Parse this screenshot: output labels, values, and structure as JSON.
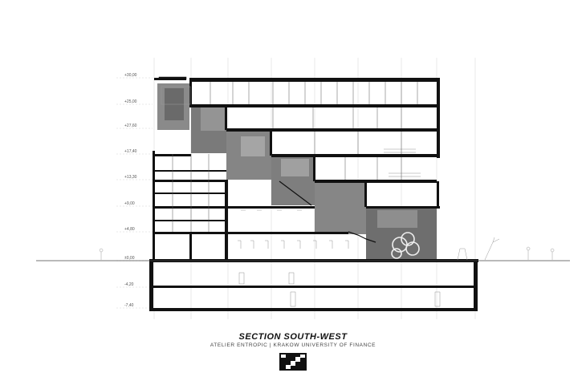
{
  "title": "SECTION SOUTH-WEST",
  "credit": "ATELIER ENTROPIC |  KRAKOW UNIVERSITY OF FINANCE",
  "level_marks": [
    {
      "label": "+30,00"
    },
    {
      "label": "+25,00"
    },
    {
      "label": "+27,60"
    },
    {
      "label": "+17,40"
    },
    {
      "label": "+13,30"
    },
    {
      "label": "+9,00"
    },
    {
      "label": "+4,80"
    },
    {
      "label": "±0,00"
    },
    {
      "label": "-4,20"
    },
    {
      "label": "-7,40"
    }
  ],
  "colors": {
    "ink": "#111111",
    "atrium_dark": "#6e6e6e",
    "atrium_mid": "#8f8f8f",
    "atrium_light": "#b5b5b5",
    "fine_line": "#bbbbbb"
  }
}
